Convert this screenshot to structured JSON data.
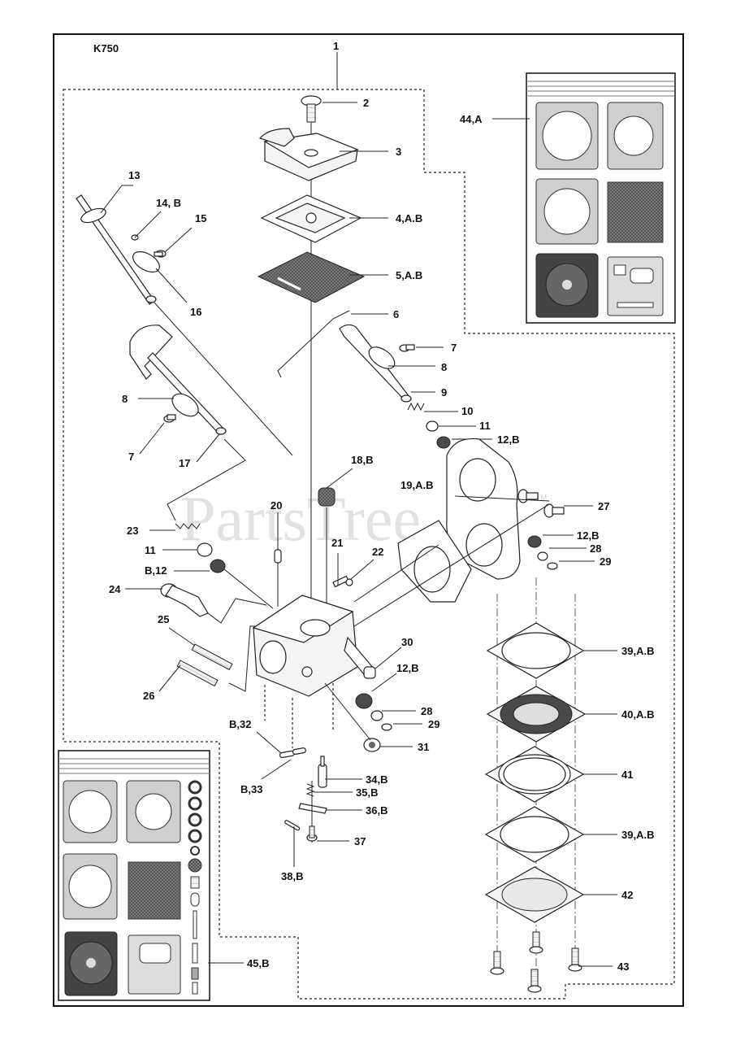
{
  "diagram": {
    "model": "K750",
    "watermark": "PartsTree",
    "trademark": "TM",
    "labels": {
      "l1": "1",
      "l2": "2",
      "l3": "3",
      "l4": "4,A.B",
      "l5": "5,A.B",
      "l6": "6",
      "l7a": "7",
      "l7b": "7",
      "l8a": "8",
      "l8b": "8",
      "l9": "9",
      "l10": "10",
      "l11a": "11",
      "l11b": "11",
      "l12a": "12,B",
      "l12b": "12,B",
      "l12c": "12,B",
      "l12d": "B,12",
      "l13": "13",
      "l14": "14, B",
      "l15": "15",
      "l16": "16",
      "l17": "17",
      "l18": "18,B",
      "l19": "19,A.B",
      "l20": "20",
      "l21": "21",
      "l22": "22",
      "l23": "23",
      "l24": "24",
      "l25": "25",
      "l26": "26",
      "l27": "27",
      "l28a": "28",
      "l28b": "28",
      "l29a": "29",
      "l29b": "29",
      "l30": "30",
      "l31": "31",
      "l32": "B,32",
      "l33": "B,33",
      "l34": "34,B",
      "l35": "35,B",
      "l36": "36,B",
      "l37": "37",
      "l38": "38,B",
      "l39a": "39,A.B",
      "l39b": "39,A.B",
      "l40": "40,A.B",
      "l41": "41",
      "l42": "42",
      "l43": "43",
      "l44": "44,A",
      "l45": "45,B"
    }
  }
}
